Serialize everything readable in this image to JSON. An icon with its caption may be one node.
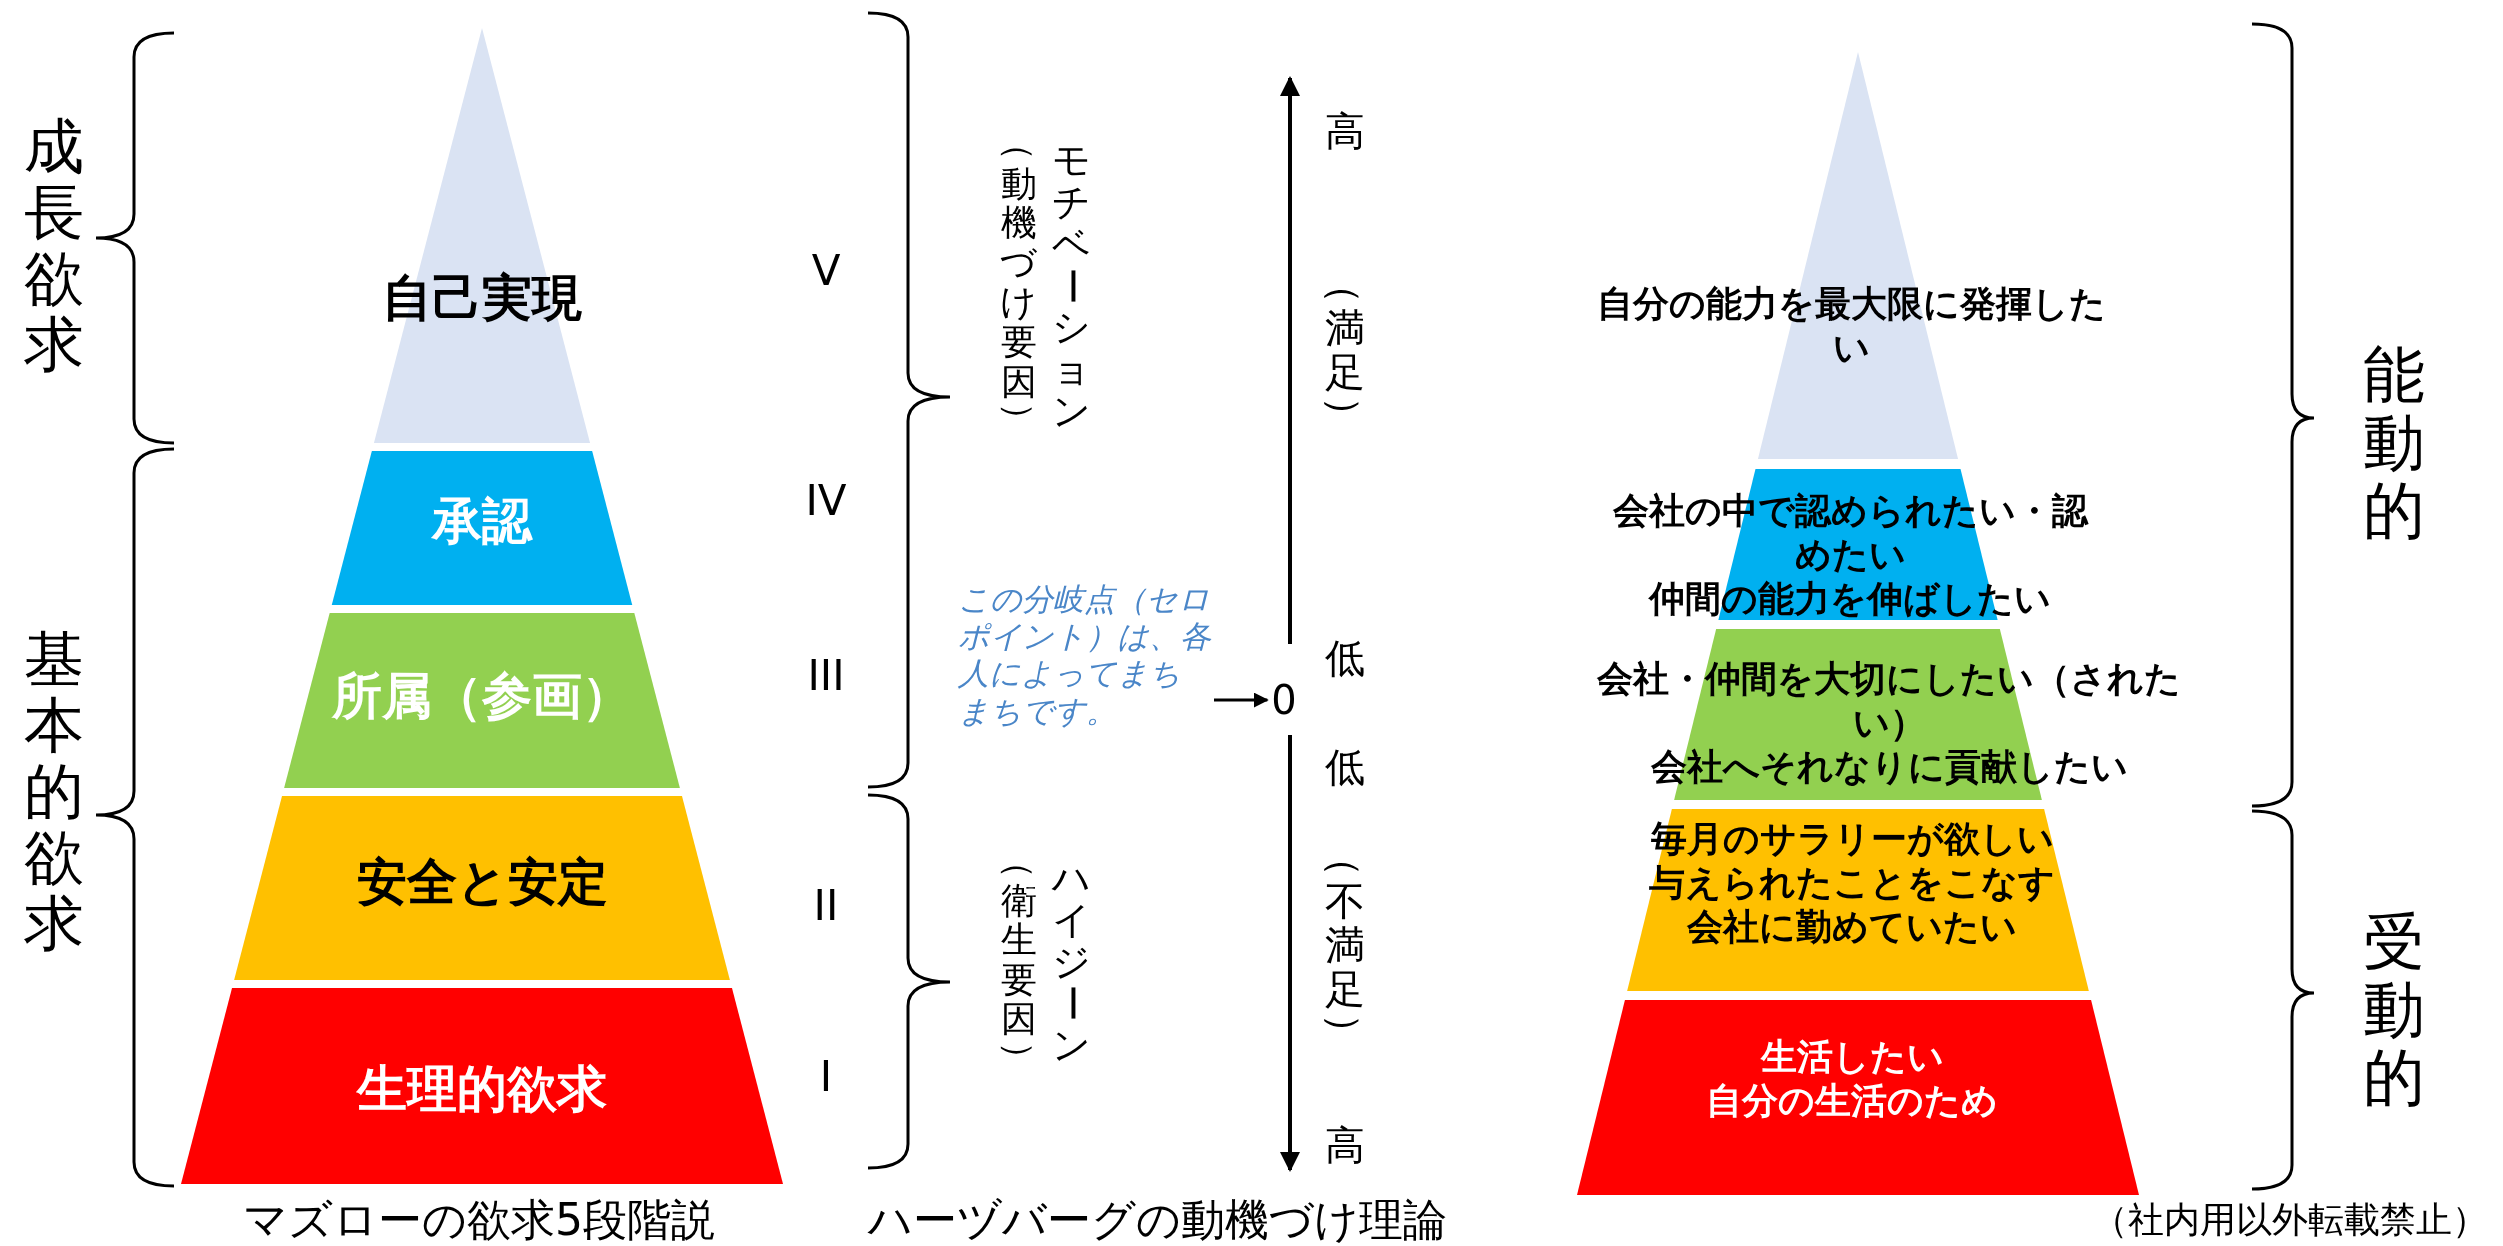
{
  "diagram": {
    "nodes": [
      {
        "text": [
          "自己実現"
        ]
      },
      {
        "text": [
          "承認"
        ]
      },
      {
        "text": [
          "所属（参画）"
        ]
      },
      {
        "text": [
          "安全と安定"
        ]
      },
      {
        "text": [
          "生理的欲求"
        ]
      },
      {
        "text": [
          "この分岐点（セロポイント）は、各人によってまちまちです。"
        ]
      },
      {
        "text": [
          "0"
        ]
      },
      {
        "text": [
          "自分の能力を最大限に発揮したい"
        ]
      },
      {
        "text": [
          "会社の中で認められたい・認めたい",
          "仲間の能力を伸ばしたい"
        ]
      },
      {
        "text": [
          "会社・仲間を大切にしたい（されたい）",
          "会社へそれなりに貢献したい"
        ]
      },
      {
        "text": [
          "毎月のサラリーが欲しい",
          "与えられたことをこなす",
          "会社に勤めていたい"
        ]
      },
      {
        "text": [
          "生活したい",
          "自分の生活のため"
        ]
      }
    ],
    "edges": [
      {
        "from": 5,
        "to": 6,
        "arrow": "to"
      }
    ],
    "labels": [
      "成長欲求",
      "基本的欲求",
      "V",
      "IV",
      "III",
      "II",
      "I",
      "モチベーション",
      "（動機づけ要因）",
      "ハイジーン",
      "（衛生要因）",
      "高",
      "（満足）",
      "低",
      "低",
      "（不満足）",
      "高",
      "能動的",
      "受動的",
      "マズローの欲求5段階説",
      "ハーヅバーグの動機づけ理論",
      "（社内用以外転載禁止）"
    ]
  }
}
